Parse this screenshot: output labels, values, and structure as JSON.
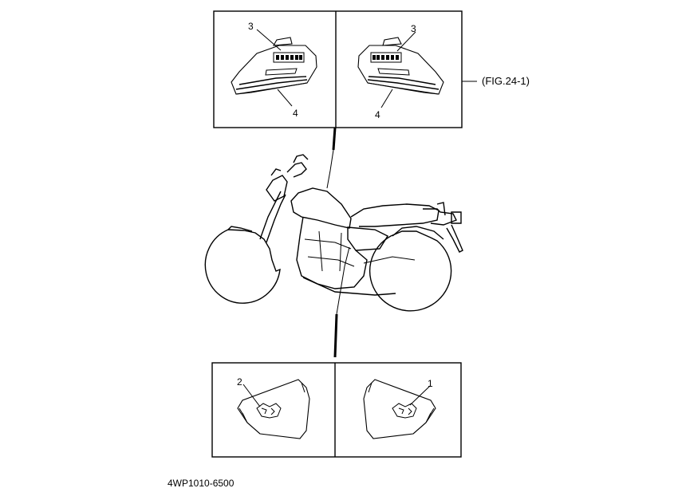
{
  "figure_ref": "(FIG.24-1)",
  "part_code": "4WP1010-6500",
  "callouts": {
    "top_left_upper": "3",
    "top_left_lower": "4",
    "top_right_upper": "3",
    "top_right_lower": "4",
    "bottom_left": "2",
    "bottom_right": "1"
  }
}
